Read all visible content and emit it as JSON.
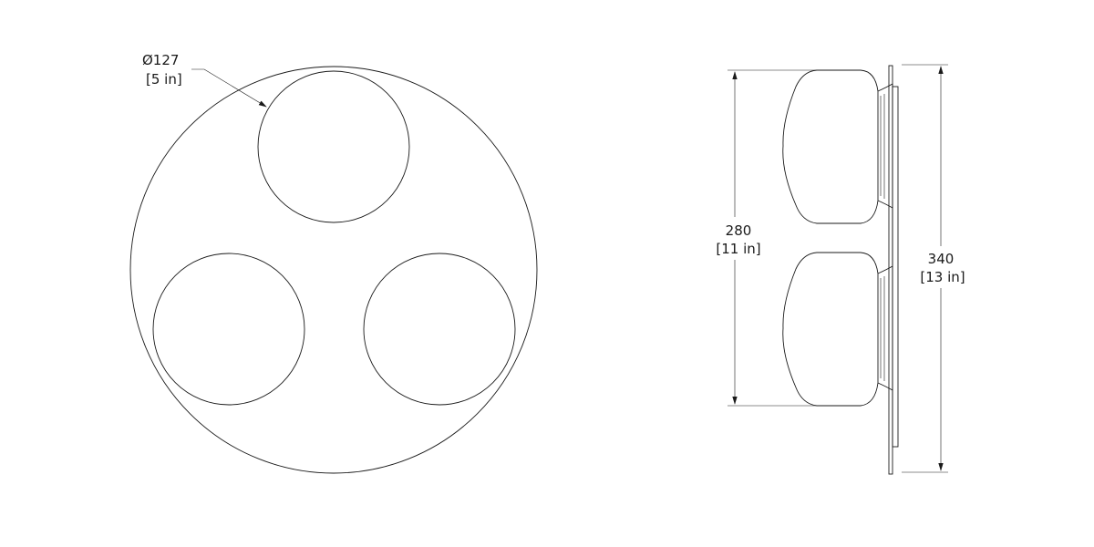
{
  "front_view": {
    "diameter_metric": "Ø127",
    "diameter_imperial": "[5 in]"
  },
  "side_view": {
    "height_metric": "280",
    "height_imperial": "[11 in]",
    "total_metric": "340",
    "total_imperial": "[13 in]"
  },
  "colors": {
    "line": "#1a1a1a",
    "background": "#ffffff"
  }
}
